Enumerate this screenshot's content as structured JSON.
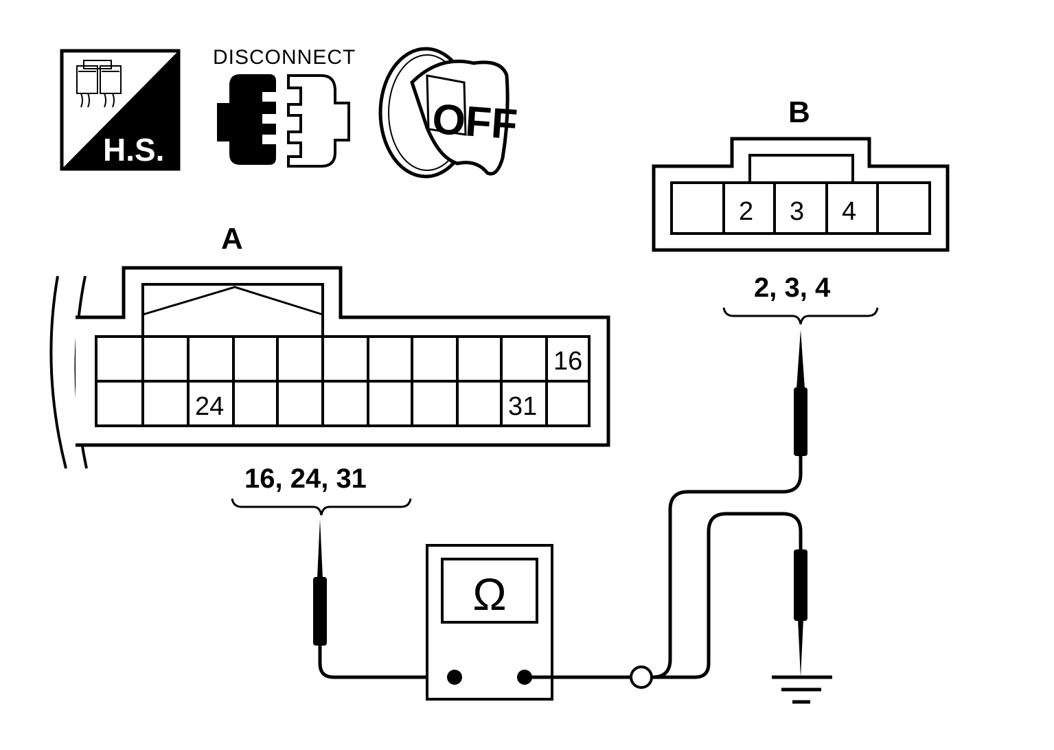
{
  "icons": {
    "harness": {
      "name": "harness-connector-icon",
      "text": "H.S."
    },
    "disconnect": {
      "name": "disconnect-icon",
      "text": "DISCONNECT"
    },
    "ignition": {
      "name": "ignition-off-icon",
      "text": "OFF"
    }
  },
  "connector_a": {
    "label": "A",
    "pin_labels": {
      "p16": "16",
      "p24": "24",
      "p31": "31"
    },
    "terminals_label": "16, 24, 31"
  },
  "connector_b": {
    "label": "B",
    "pin_labels": {
      "p2": "2",
      "p3": "3",
      "p4": "4"
    },
    "terminals_label": "2, 3, 4"
  },
  "meter": {
    "name": "ohmmeter",
    "symbol": "Ω"
  },
  "ground": {
    "name": "ground-symbol"
  },
  "colors": {
    "line": "#000000",
    "background": "#ffffff"
  }
}
